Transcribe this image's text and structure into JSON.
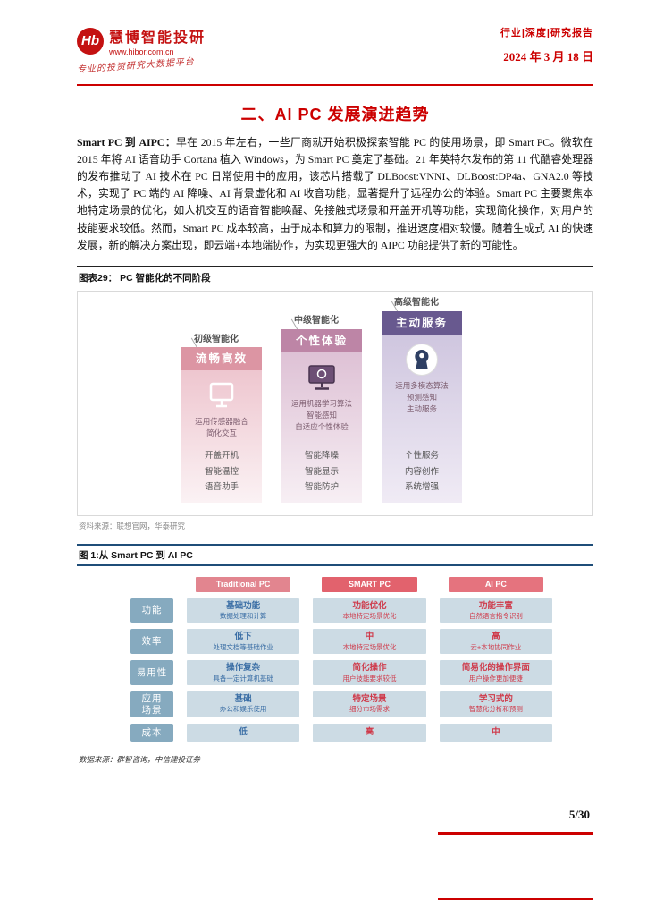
{
  "colors": {
    "brand_red": "#cc0000",
    "table_blue": "#3a6ea5",
    "table_red": "#cf3a4a",
    "caption_navy": "#1f4e79"
  },
  "header": {
    "logo_badge": "Hb",
    "logo_text": "慧博智能投研",
    "logo_sub": "www.hibor.com.cn",
    "logo_slogan": "专业的投资研究大数据平台",
    "doc_type": "行业|深度|研究报告",
    "date": "2024 年 3 月 18 日"
  },
  "title": "二、AI PC 发展演进趋势",
  "body": {
    "lead": "Smart PC 到 AIPC：",
    "paragraph": "早在 2015 年左右，一些厂商就开始积极探索智能 PC 的使用场景，即 Smart PC。微软在 2015 年将 AI 语音助手 Cortana 植入 Windows，为 Smart PC 奠定了基础。21 年英特尔发布的第 11 代酷睿处理器的发布推动了 AI 技术在 PC 日常使用中的应用，该芯片搭载了 DLBoost:VNNI、DLBoost:DP4a、GNA2.0 等技术，实现了 PC 端的 AI 降噪、AI 背景虚化和 AI 收音功能，显著提升了远程办公的体验。Smart PC 主要聚焦本地特定场景的优化，如人机交互的语音智能唤醒、免接触式场景和开盖开机等功能，实现简化操作，对用户的技能要求较低。然而，Smart PC 成本较高，由于成本和算力的限制，推进速度相对较慢。随着生成式 AI 的快速发展，新的解决方案出现，即云端+本地端协作，为实现更强大的 AIPC 功能提供了新的可能性。"
  },
  "figure29": {
    "caption": "图表29： PC 智能化的不同阶段",
    "source": "资料来源：联想官网，华泰研究",
    "icons": [
      "monitor-outline-icon",
      "smart-monitor-icon",
      "ai-head-icon"
    ],
    "stages": [
      {
        "level": "初级智能化",
        "title": "流畅高效",
        "desc": "运用传感器融合\n简化交互",
        "items": "开盖开机\n智能温控\n语音助手"
      },
      {
        "level": "中级智能化",
        "title": "个性体验",
        "desc": "运用机器学习算法\n智能感知\n自适应个性体验",
        "items": "智能降噪\n智能显示\n智能防护"
      },
      {
        "level": "高级智能化",
        "title": "主动服务",
        "desc": "运用多模态算法\n预测感知\n主动服务",
        "items": "个性服务\n内容创作\n系统增强"
      }
    ]
  },
  "figure1": {
    "caption": "图 1:从 Smart PC 到 AI PC",
    "source": "数据来源：群智咨询，中信建投证券",
    "columns": [
      "Traditional PC",
      "SMART PC",
      "AI PC"
    ],
    "rows": [
      {
        "label": "功能",
        "cells": [
          {
            "t": "基础功能",
            "d": "数据处理和计算"
          },
          {
            "t": "功能优化",
            "d": "本地特定场景优化"
          },
          {
            "t": "功能丰富",
            "d": "自然语言指令识别"
          }
        ]
      },
      {
        "label": "效率",
        "cells": [
          {
            "t": "低下",
            "d": "处理文档等基础作业"
          },
          {
            "t": "中",
            "d": "本地特定场景优化"
          },
          {
            "t": "高",
            "d": "云+本地协同作业"
          }
        ]
      },
      {
        "label": "易用性",
        "cells": [
          {
            "t": "操作复杂",
            "d": "具备一定计算机基础"
          },
          {
            "t": "简化操作",
            "d": "用户技能要求较低"
          },
          {
            "t": "简易化的操作界面",
            "d": "用户操作更加便捷"
          }
        ]
      },
      {
        "label": "应用\n场景",
        "cells": [
          {
            "t": "基础",
            "d": "办公和娱乐使用"
          },
          {
            "t": "特定场景",
            "d": "细分市场需求"
          },
          {
            "t": "学习式的",
            "d": "智慧化分析和预测"
          }
        ]
      },
      {
        "label": "成本",
        "cells": [
          {
            "t": "低",
            "d": ""
          },
          {
            "t": "高",
            "d": ""
          },
          {
            "t": "中",
            "d": ""
          }
        ]
      }
    ]
  },
  "footer": {
    "page": "5/30"
  }
}
